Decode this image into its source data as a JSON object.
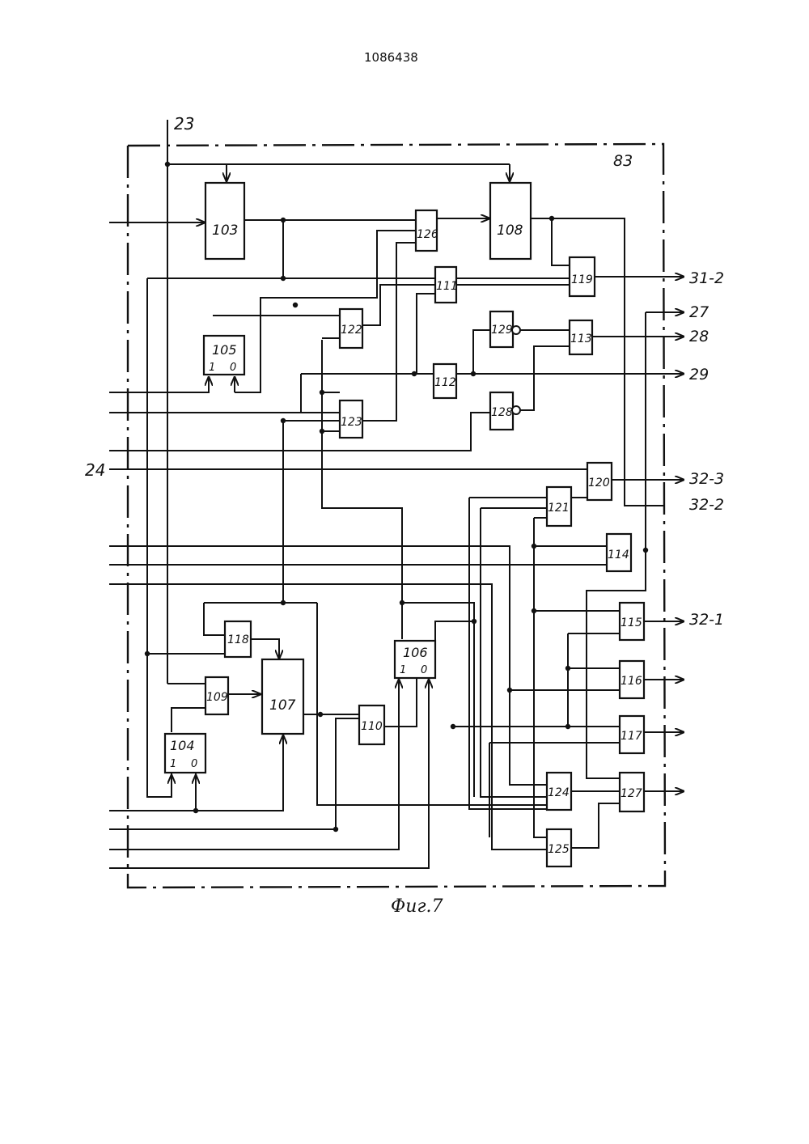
{
  "page_number": "1086438",
  "frame_label": "83",
  "figure_caption": "Фиг.7",
  "inputs": {
    "top": "23",
    "left": "24"
  },
  "outputs": [
    "31-2",
    "27",
    "28",
    "29",
    "32-3",
    "32-2",
    "32-1"
  ],
  "blocks": {
    "b103": "103",
    "b108": "108",
    "b126": "126",
    "b119": "119",
    "b111": "111",
    "b122": "122",
    "b105": "105",
    "b129": "129",
    "b113": "113",
    "b112": "112",
    "b123": "123",
    "b128": "128",
    "b120": "120",
    "b121": "121",
    "b114": "114",
    "b115": "115",
    "b118": "118",
    "b106": "106",
    "b116": "116",
    "b109": "109",
    "b107": "107",
    "b110": "110",
    "b117": "117",
    "b104": "104",
    "b124": "124",
    "b127": "127",
    "b125": "125"
  },
  "trigger_pins": {
    "set": "1",
    "reset": "0"
  }
}
